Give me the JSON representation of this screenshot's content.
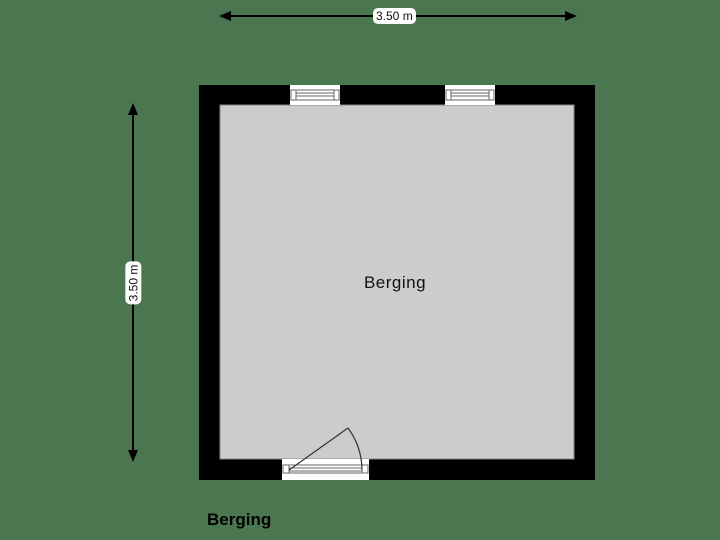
{
  "floorplan": {
    "room_name": "Berging",
    "caption": "Berging",
    "dimensions": {
      "width_label": "3.50 m",
      "height_label": "3.50 m"
    },
    "openings": [
      {
        "type": "window",
        "wall": "top",
        "position": "left"
      },
      {
        "type": "window",
        "wall": "top",
        "position": "right"
      },
      {
        "type": "door",
        "wall": "bottom",
        "swing": "inward"
      }
    ],
    "colors": {
      "background": "#4a7650",
      "wall": "#000000",
      "floor": "#cccccc",
      "opening": "#ffffff"
    }
  }
}
